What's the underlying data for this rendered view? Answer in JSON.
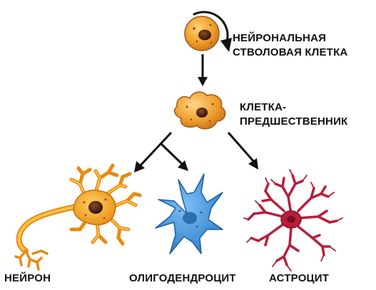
{
  "labels": {
    "stem_cell_line1": "НЕЙРОНАЛЬНАЯ",
    "stem_cell_line2": "СТВОЛОВАЯ КЛЕТКА",
    "progenitor_line1": "КЛЕТКА-",
    "progenitor_line2": "ПРЕДШЕСТВЕННИК",
    "neuron": "НЕЙРОН",
    "oligodendrocyte": "ОЛИГОДЕНДРОЦИТ",
    "astrocyte": "АСТРОЦИТ"
  },
  "colors": {
    "stem_cell": "#f0a028",
    "progenitor": "#f0a030",
    "neuron": "#f3a21c",
    "oligodendrocyte": "#3c8fd6",
    "astrocyte": "#b81e3a",
    "nucleus_dark": "#3a1a0a",
    "arrow": "#111111"
  }
}
